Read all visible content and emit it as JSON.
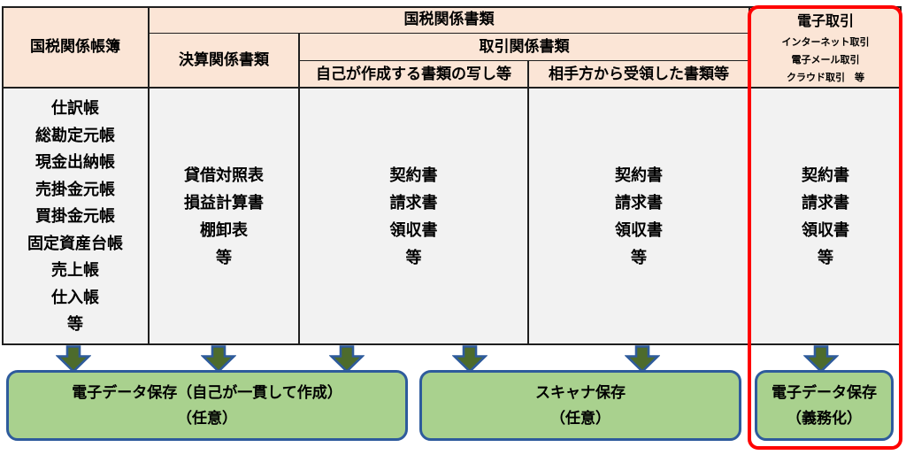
{
  "colors": {
    "header_bg": "#fbe5d6",
    "body_bg": "#f2f2f2",
    "box_fill": "#a9d18e",
    "box_border": "#2e5b9c",
    "arrow_fill": "#4d6b2c",
    "arrow_outline": "#2e5b9c",
    "highlight_border": "#ff0000",
    "grid": "#1f1f1f"
  },
  "header": {
    "books": "国税関係帳簿",
    "national_tax_documents": "国税関係書類",
    "settlement_documents": "決算関係書類",
    "transaction_documents": "取引関係書類",
    "self_created_copies": "自己が作成する書類の写し等",
    "received_documents": "相手方から受領した書類等",
    "electronic_transactions": {
      "title": "電子取引",
      "examples": [
        "インターネット取引",
        "電子メール取引",
        "クラウド取引　等"
      ]
    }
  },
  "body": {
    "books_list": [
      "仕訳帳",
      "総勘定元帳",
      "現金出納帳",
      "売掛金元帳",
      "買掛金元帳",
      "固定資産台帳",
      "売上帳",
      "仕入帳",
      "等"
    ],
    "settlement_list": [
      "貸借対照表",
      "損益計算書",
      "棚卸表",
      "等"
    ],
    "self_created_list": [
      "契約書",
      "請求書",
      "領収書",
      "等"
    ],
    "received_list": [
      "契約書",
      "請求書",
      "領収書",
      "等"
    ],
    "electronic_list": [
      "契約書",
      "請求書",
      "領収書",
      "等"
    ]
  },
  "storage": {
    "electronic_data_optional": {
      "line1": "電子データ保存（自己が一貫して作成）",
      "line2": "（任意）"
    },
    "scanner": {
      "line1": "スキャナ保存",
      "line2": "（任意）"
    },
    "electronic_data_mandatory": {
      "line1": "電子データ保存",
      "line2": "（義務化）"
    }
  }
}
